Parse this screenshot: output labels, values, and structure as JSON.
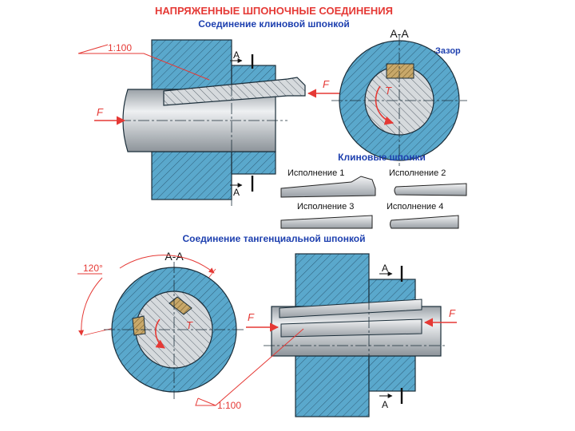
{
  "title": "НАПРЯЖЕННЫЕ ШПОНОЧНЫЕ СОЕДИНЕНИЯ",
  "wedge": {
    "heading": "Соединение клиновой шпонкой",
    "taper": "1:100",
    "force": "F",
    "section_mark": "А",
    "section_title": "А-А",
    "gap_label": "Зазор",
    "torque": "T"
  },
  "wedge_keys": {
    "heading": "Клиновые шпонки",
    "variants": [
      "Исполнение 1",
      "Исполнение 2",
      "Исполнение 3",
      "Исполнение 4"
    ]
  },
  "tangential": {
    "heading": "Соединение тангенциальной шпонкой",
    "angle": "120°",
    "section_title": "А-А",
    "torque": "T",
    "force": "F",
    "section_mark": "А",
    "taper": "1:100"
  },
  "colors": {
    "title": "#e53935",
    "heading": "#1e40af",
    "hub": "#5aa8cc",
    "shaft": "#d6dadd",
    "key": "#c8a86a",
    "arrow": "#e53935"
  }
}
